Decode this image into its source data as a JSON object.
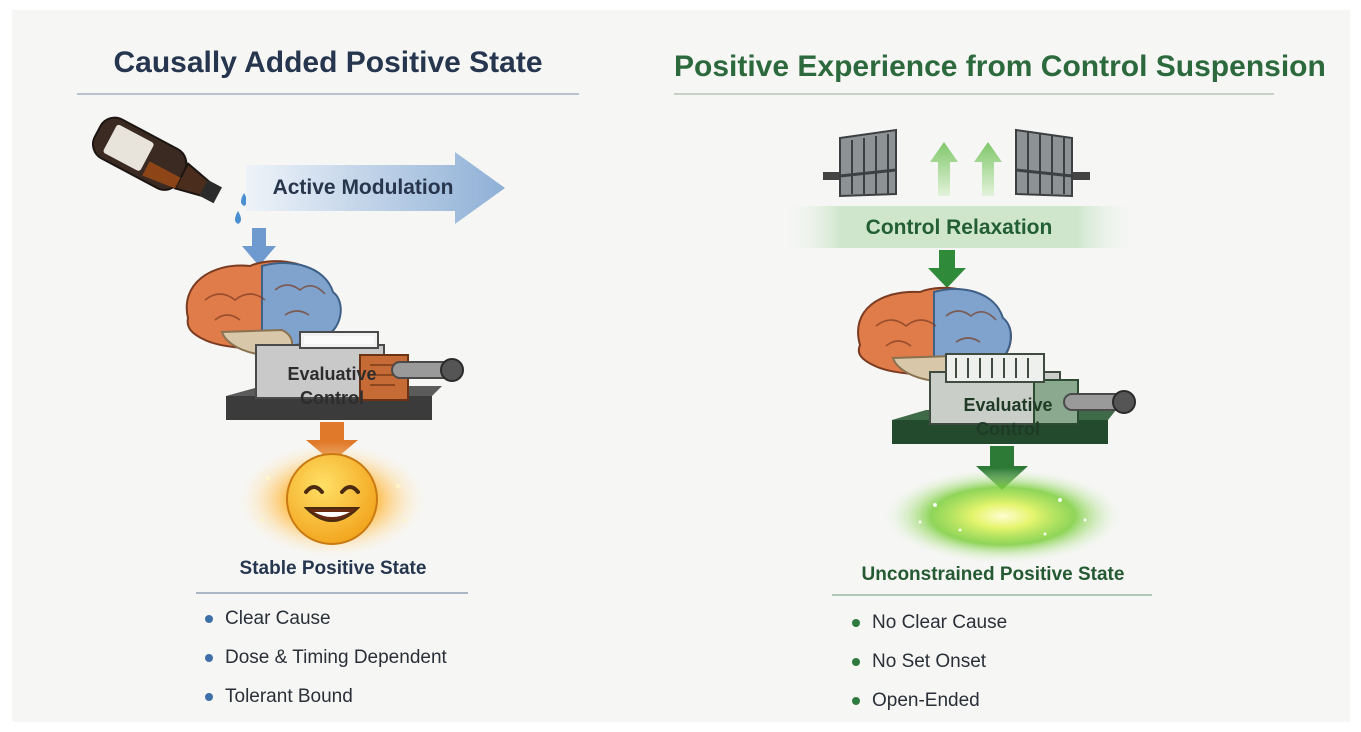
{
  "left": {
    "title": "Causally Added Positive State",
    "arrow_label": "Active Modulation",
    "machine_label_line1": "Evaluative",
    "machine_label_line2": "Control",
    "state_label": "Stable Positive State",
    "bullets": [
      "Clear Cause",
      "Dose & Timing Dependent",
      "Tolerant Bound"
    ],
    "colors": {
      "title": "#26364f",
      "bullet_dot": "#3f6fa8",
      "arrow": "#9fb7d3",
      "output_arrow": "#e07a2a"
    }
  },
  "right": {
    "title": "Positive Experience from Control Suspension",
    "band_label": "Control Relaxation",
    "machine_label_line1": "Evaluative",
    "machine_label_line2": "Control",
    "state_label": "Unconstrained Positive State",
    "bullets": [
      "No Clear Cause",
      "No Set Onset",
      "Open-Ended"
    ],
    "colors": {
      "title": "#2c6a3d",
      "bullet_dot": "#2f7a3f",
      "arrow": "#2f8a3a",
      "glow": "#b8e65a"
    }
  },
  "icons": [
    "bottle-icon",
    "droplet-icon",
    "brain-icon",
    "gate-icon",
    "smiley-icon",
    "lever-icon",
    "up-arrow-icon"
  ]
}
